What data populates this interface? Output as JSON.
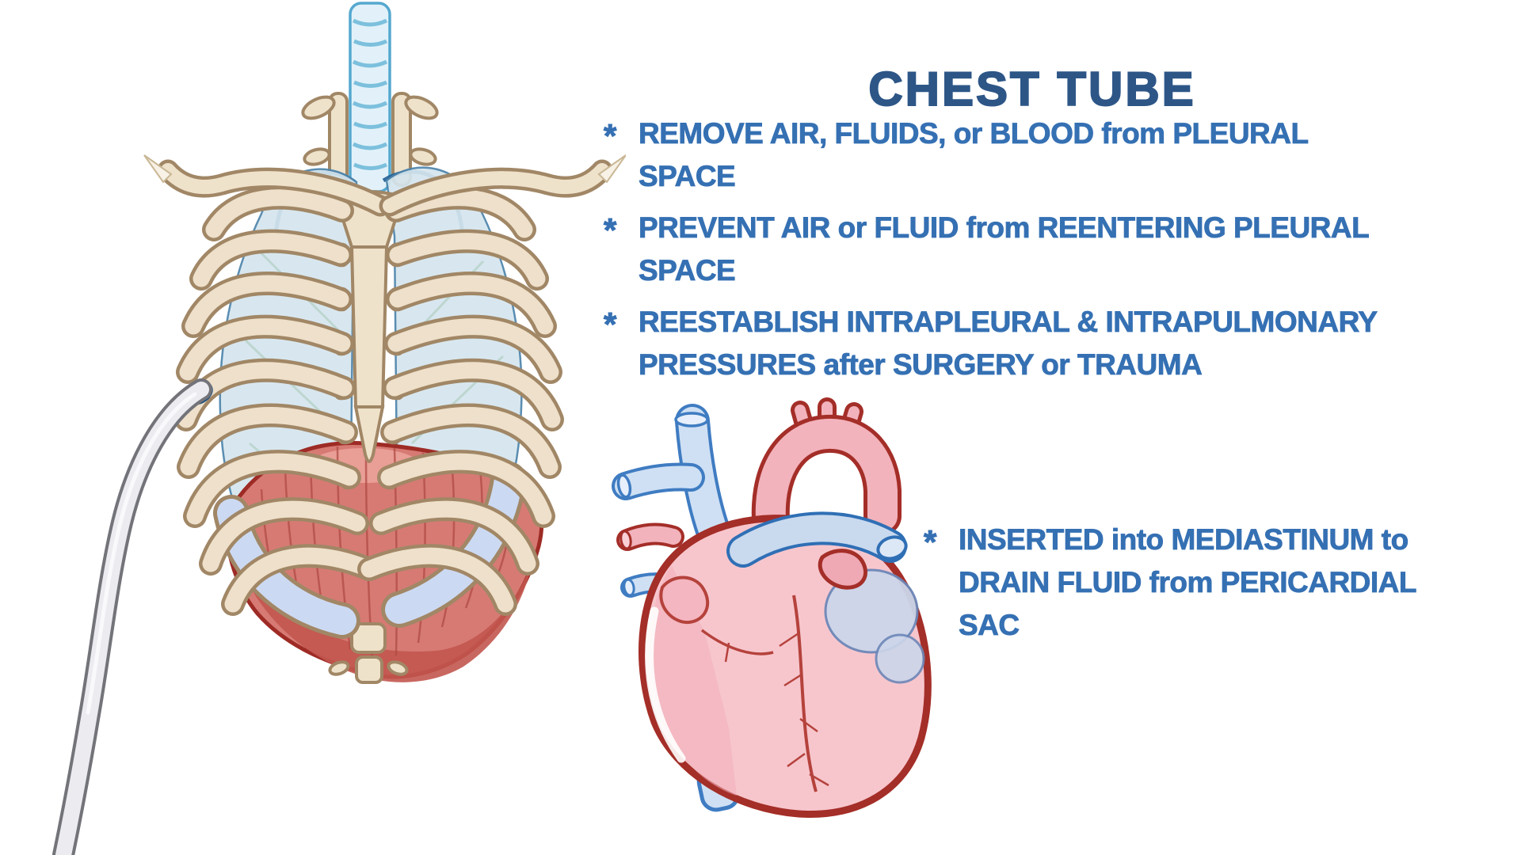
{
  "title": {
    "text": "CHEST TUBE"
  },
  "bullets": {
    "marker": "*",
    "items": [
      {
        "lines": [
          "REMOVE AIR, FLUIDS, or BLOOD from PLEURAL",
          "SPACE"
        ]
      },
      {
        "lines": [
          "PREVENT AIR or FLUID from REENTERING PLEURAL",
          "SPACE"
        ]
      },
      {
        "lines": [
          "REESTABLISH INTRAPLEURAL & INTRAPULMONARY",
          "PRESSURES after SURGERY or TRAUMA"
        ]
      },
      {
        "lines": [
          "INSERTED into MEDIASTINUM to",
          "DRAIN FLUID from PERICARDIAL",
          "SAC"
        ]
      }
    ]
  },
  "graphics": {
    "left": "ribcage-with-lungs-diaphragm-and-chest-tube-illustration",
    "center": "heart-with-great-vessels-illustration"
  },
  "colors": {
    "background": "#ffffff",
    "title_text": "#2d5687",
    "body_text": "#3570b3",
    "bone_fill": "#efe2cb",
    "bone_outline": "#a18766",
    "lung_blue": "#d5e6ee",
    "cartilage_blue": "#ccd9f2",
    "diaphragm_red": "#d77a74",
    "deep_red_outline": "#a42e28",
    "heart_pink": "#f7c6cd",
    "vessel_blue_fill": "#cfe0f4",
    "vessel_blue_stroke": "#3f7cc2",
    "tube_gray": "#ebebf0",
    "tube_outline": "#73737a",
    "trachea_blue": "#e2f1f9"
  }
}
